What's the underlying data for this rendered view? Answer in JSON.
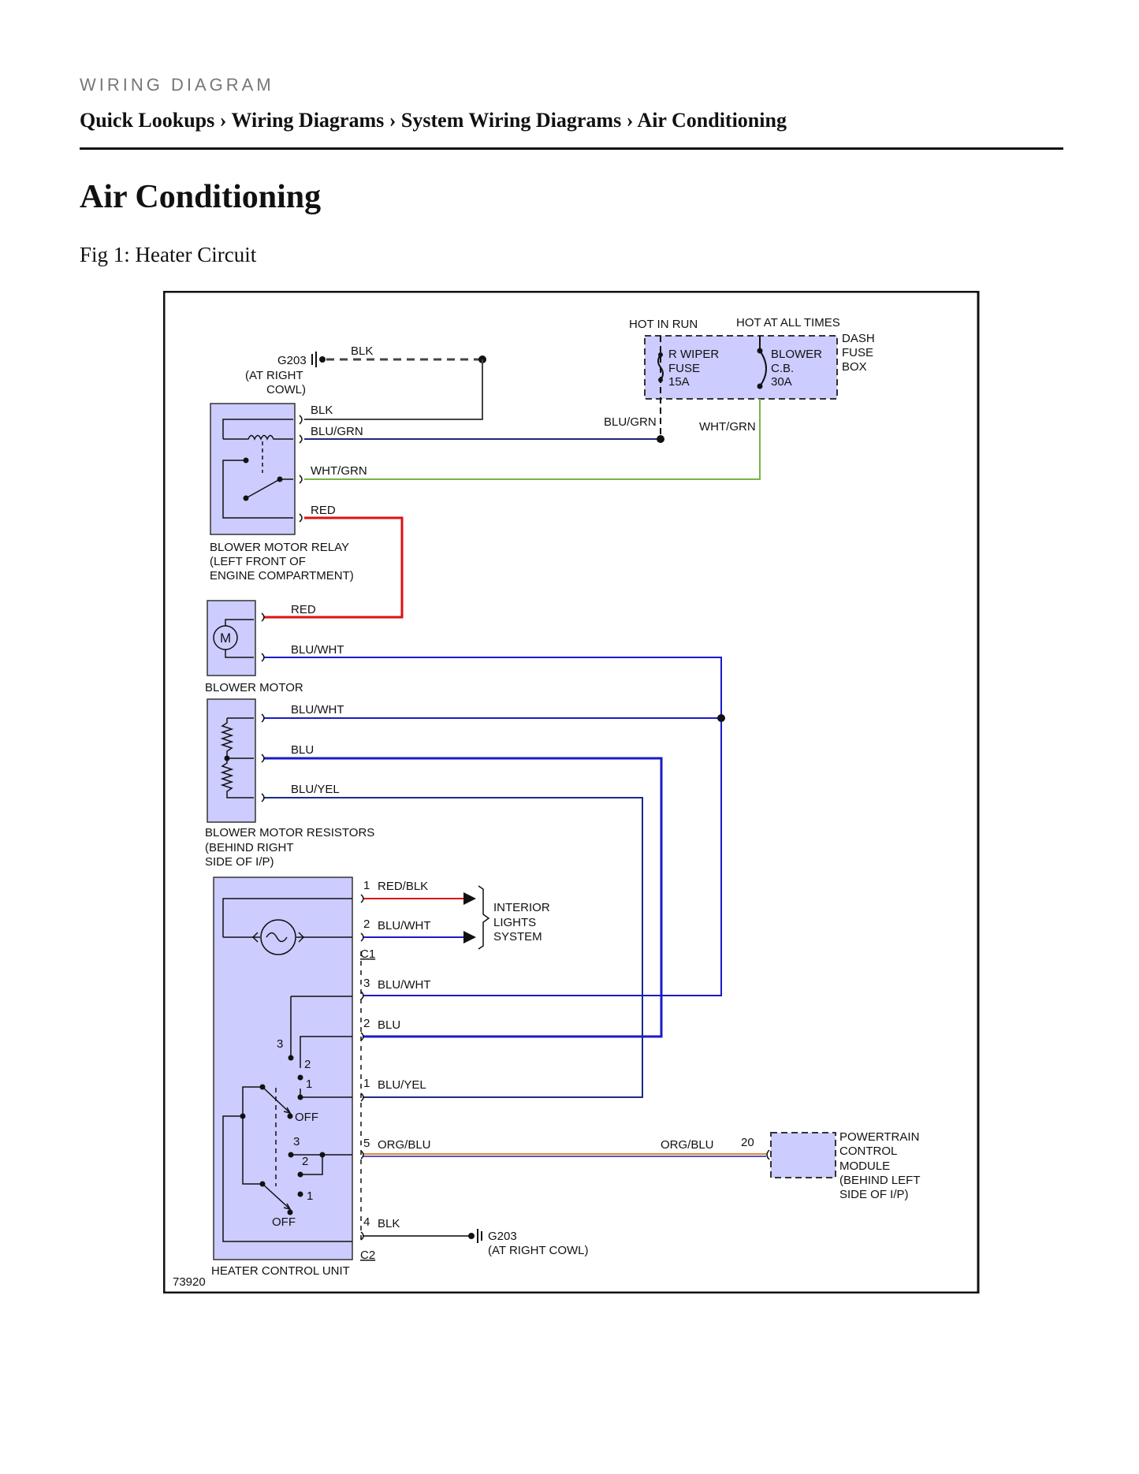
{
  "header": {
    "kicker": "WIRING DIAGRAM",
    "breadcrumb": [
      "Quick Lookups",
      "Wiring Diagrams",
      "System Wiring Diagrams",
      "Air Conditioning"
    ],
    "separator": " › "
  },
  "page_title": "Air Conditioning",
  "figure_caption": "Fig 1: Heater Circuit",
  "diagram": {
    "fuse_box": {
      "hot_in_run": "HOT IN RUN",
      "hot_at_all_times": "HOT AT ALL TIMES",
      "name": [
        "DASH",
        "FUSE",
        "BOX"
      ],
      "fuse": [
        "R WIPER",
        "FUSE",
        "15A"
      ],
      "breaker": [
        "BLOWER",
        "C.B.",
        "30A"
      ]
    },
    "ground_top": {
      "label": "G203",
      "location": [
        "(AT RIGHT",
        "COWL)"
      ]
    },
    "ground_bottom": {
      "label": "G203",
      "location": "(AT RIGHT COWL)"
    },
    "relay_name": [
      "BLOWER MOTOR RELAY",
      "(LEFT FRONT OF",
      "ENGINE COMPARTMENT)"
    ],
    "motor_name": "BLOWER MOTOR",
    "motor_symbol": "M",
    "resistors_name": [
      "BLOWER MOTOR RESISTORS",
      "(BEHIND RIGHT",
      "SIDE OF I/P)"
    ],
    "hcu_name": "HEATER CONTROL UNIT",
    "interior_lights": [
      "INTERIOR",
      "LIGHTS",
      "SYSTEM"
    ],
    "pcm_name": [
      "POWERTRAIN",
      "CONTROL",
      "MODULE",
      "(BEHIND LEFT",
      "SIDE OF I/P)"
    ],
    "pcm_pin": "20",
    "connectors": {
      "c1": "C1",
      "c2": "C2"
    },
    "wires": {
      "blk": "BLK",
      "blu_grn": "BLU/GRN",
      "wht_grn": "WHT/GRN",
      "red": "RED",
      "blu_wht": "BLU/WHT",
      "blu": "BLU",
      "blu_yel": "BLU/YEL",
      "red_blk": "RED/BLK",
      "org_blu": "ORG/BLU"
    },
    "pins": {
      "p1": "1",
      "p2": "2",
      "p3": "3",
      "p4": "4",
      "p5": "5"
    },
    "switch_off": "OFF",
    "figure_number": "73920",
    "colors": {
      "blk": "#444444",
      "blu_grn": "#1a2a7a",
      "wht_grn": "#7ab34a",
      "red": "#dd1111",
      "blue": "#1a1ac8",
      "navy": "#1a2a8a",
      "org": "#e08a30",
      "component_fill": "#ccccff"
    }
  }
}
